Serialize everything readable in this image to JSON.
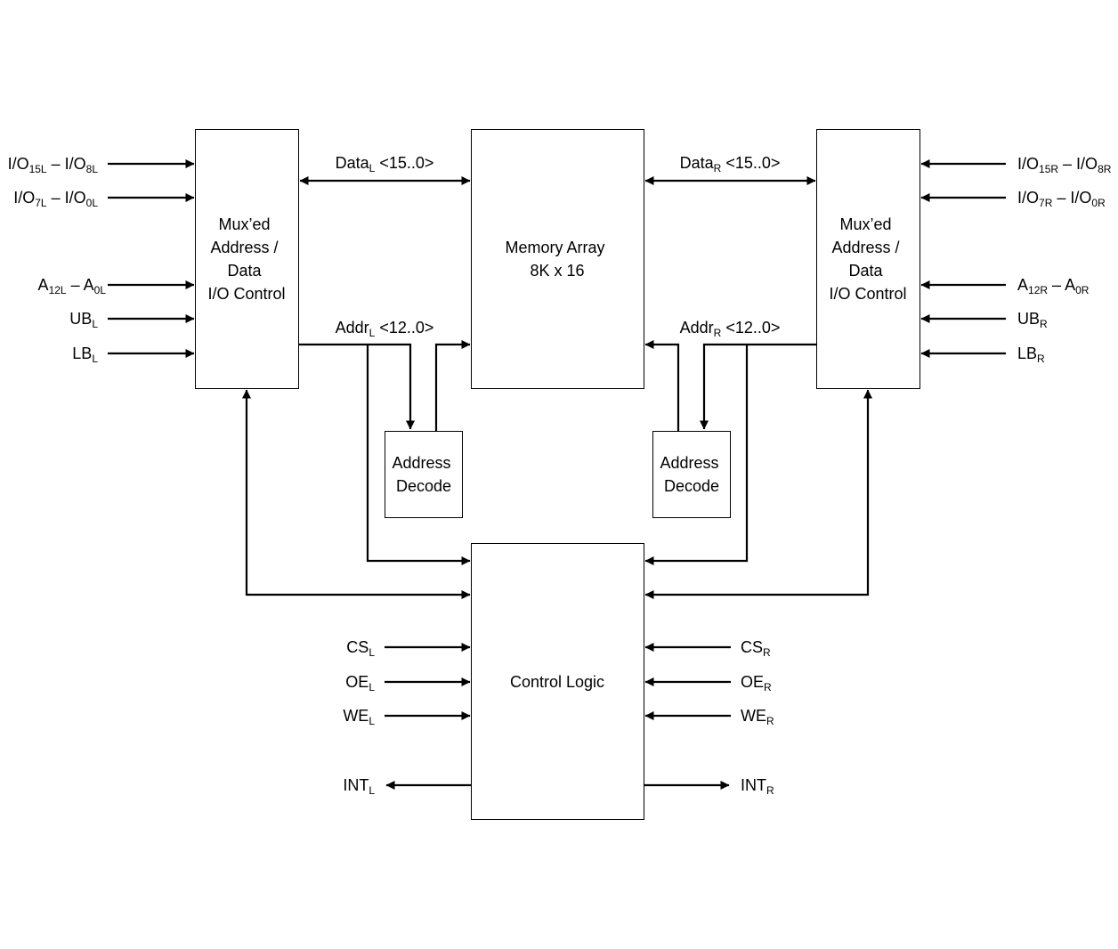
{
  "blocks": {
    "mux_left": [
      "Mux’ed",
      "Address /",
      "Data",
      "I/O Control"
    ],
    "mux_right": [
      "Mux’ed",
      "Address /",
      "Data",
      "I/O Control"
    ],
    "memory": [
      "Memory Array",
      "8K x 16"
    ],
    "decode_left": [
      "Address",
      "Decode"
    ],
    "decode_right": [
      "Address",
      "Decode"
    ],
    "control": [
      "Control Logic"
    ]
  },
  "signals": {
    "io_high_left": {
      "a": "I/O",
      "a_sub": "15L",
      "sep": " – ",
      "b": "I/O",
      "b_sub": "8L"
    },
    "io_low_left": {
      "a": "I/O",
      "a_sub": "7L",
      "sep": " – ",
      "b": "I/O",
      "b_sub": "0L"
    },
    "addr_left": {
      "a": "A",
      "a_sub": "12L",
      "sep": " – ",
      "b": "A",
      "b_sub": "0L"
    },
    "ub_left": {
      "a": "UB",
      "a_sub": "L"
    },
    "lb_left": {
      "a": "LB",
      "a_sub": "L"
    },
    "io_high_right": {
      "a": "I/O",
      "a_sub": "15R",
      "sep": " – ",
      "b": "I/O",
      "b_sub": "8R"
    },
    "io_low_right": {
      "a": "I/O",
      "a_sub": "7R",
      "sep": " – ",
      "b": "I/O",
      "b_sub": "0R"
    },
    "addr_right": {
      "a": "A",
      "a_sub": "12R",
      "sep": " – ",
      "b": "A",
      "b_sub": "0R"
    },
    "ub_right": {
      "a": "UB",
      "a_sub": "R"
    },
    "lb_right": {
      "a": "LB",
      "a_sub": "R"
    },
    "data_bus_left": {
      "a": "Data",
      "a_sub": "L",
      "b": " <15..0>"
    },
    "data_bus_right": {
      "a": "Data",
      "a_sub": "R",
      "b": " <15..0>"
    },
    "addr_bus_left": {
      "a": "Addr",
      "a_sub": "L",
      "b": " <12..0>"
    },
    "addr_bus_right": {
      "a": "Addr",
      "a_sub": "R",
      "b": " <12..0>"
    },
    "cs_left": {
      "a": "CS",
      "a_sub": "L"
    },
    "oe_left": {
      "a": "OE",
      "a_sub": "L"
    },
    "we_left": {
      "a": "WE",
      "a_sub": "L"
    },
    "int_left": {
      "a": "INT",
      "a_sub": "L"
    },
    "cs_right": {
      "a": "CS",
      "a_sub": "R"
    },
    "oe_right": {
      "a": "OE",
      "a_sub": "R"
    },
    "we_right": {
      "a": "WE",
      "a_sub": "R"
    },
    "int_right": {
      "a": "INT",
      "a_sub": "R"
    }
  }
}
